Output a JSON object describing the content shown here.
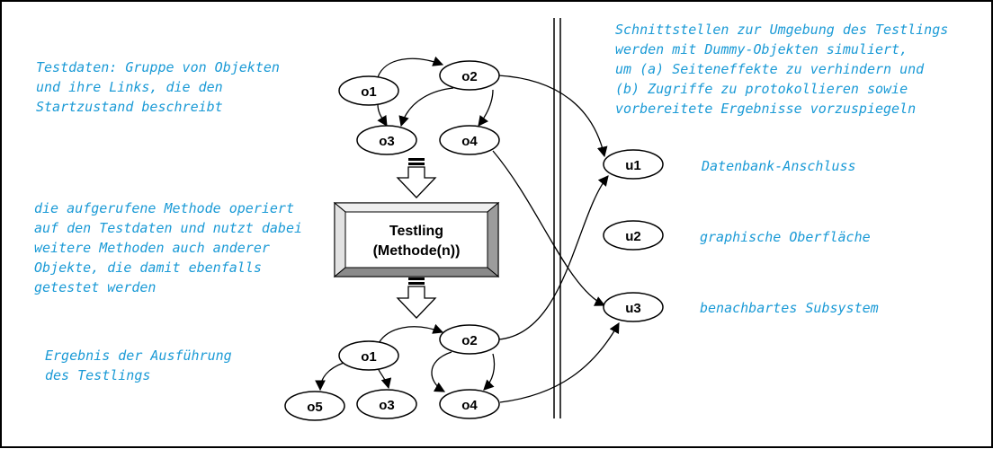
{
  "notes": {
    "testdaten": [
      "Testdaten: Gruppe von Objekten",
      "und ihre Links, die den",
      "Startzustand beschreibt"
    ],
    "methode": [
      "die aufgerufene Methode operiert",
      "auf den Testdaten und nutzt dabei",
      "weitere Methoden auch anderer",
      "Objekte, die damit ebenfalls",
      "getestet werden"
    ],
    "ergebnis": [
      "Ergebnis der Ausführung",
      "des Testlings"
    ],
    "schnittstellen": [
      "Schnittstellen zur Umgebung des Testlings",
      "werden mit Dummy-Objekten simuliert,",
      "um (a) Seiteneffekte zu verhindern und",
      "(b) Zugriffe zu protokollieren sowie",
      "vorbereitete Ergebnisse vorzuspiegeln"
    ],
    "datenbank": "Datenbank-Anschluss",
    "oberflaeche": "graphische Oberfläche",
    "subsystem": "benachbartes Subsystem"
  },
  "testling": {
    "line1": "Testling",
    "line2": "(Methode(n))"
  },
  "nodes": {
    "top_o1": "o1",
    "top_o2": "o2",
    "top_o3": "o3",
    "top_o4": "o4",
    "bot_o1": "o1",
    "bot_o2": "o2",
    "bot_o3": "o3",
    "bot_o4": "o4",
    "bot_o5": "o5",
    "u1": "u1",
    "u2": "u2",
    "u3": "u3"
  },
  "colors": {
    "note_text": "#1a9ad6",
    "stroke": "#000000",
    "bevel_face": "#cfcfcf"
  }
}
